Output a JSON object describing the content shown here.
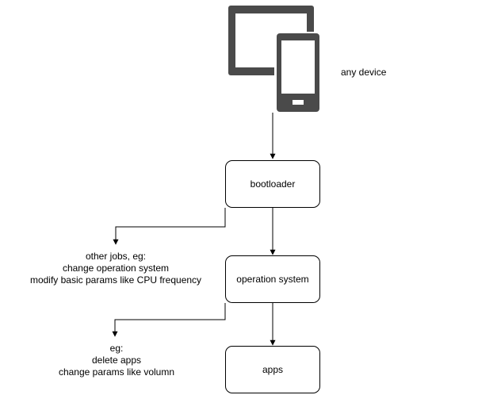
{
  "device": {
    "icon": "tablet-and-phone-icon",
    "label": "any device",
    "color": "#4a4a4a"
  },
  "nodes": {
    "bootloader": "bootloader",
    "operation_system": "operation system",
    "apps": "apps"
  },
  "notes": {
    "bootloader": {
      "lines": [
        "other jobs, eg:",
        "change operation system",
        "modify basic params like CPU frequency"
      ]
    },
    "operation_system": {
      "lines": [
        "eg:",
        "delete apps",
        "change params like volumn"
      ]
    }
  }
}
